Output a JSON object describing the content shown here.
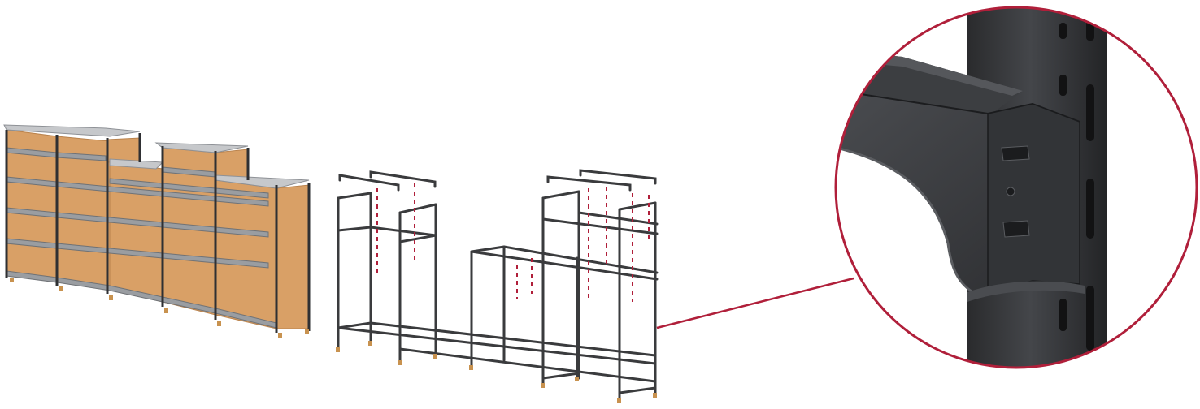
{
  "figure": {
    "panels": [
      "assembled-shelving",
      "exploded-frame",
      "detail-zoom"
    ],
    "colors": {
      "background": "#ffffff",
      "frame": "#3a3b3d",
      "frame_dark": "#2b2c2e",
      "shelf": "#8e9196",
      "shelf_top": "#b9bcc0",
      "wood": "#d9a066",
      "wood_dark": "#b9824c",
      "foot": "#c8924f",
      "callout": "#b01f3a",
      "guide_dash": "#b01f3a"
    },
    "icons": [
      "connector-callout-line",
      "detail-magnifier-circle"
    ]
  }
}
